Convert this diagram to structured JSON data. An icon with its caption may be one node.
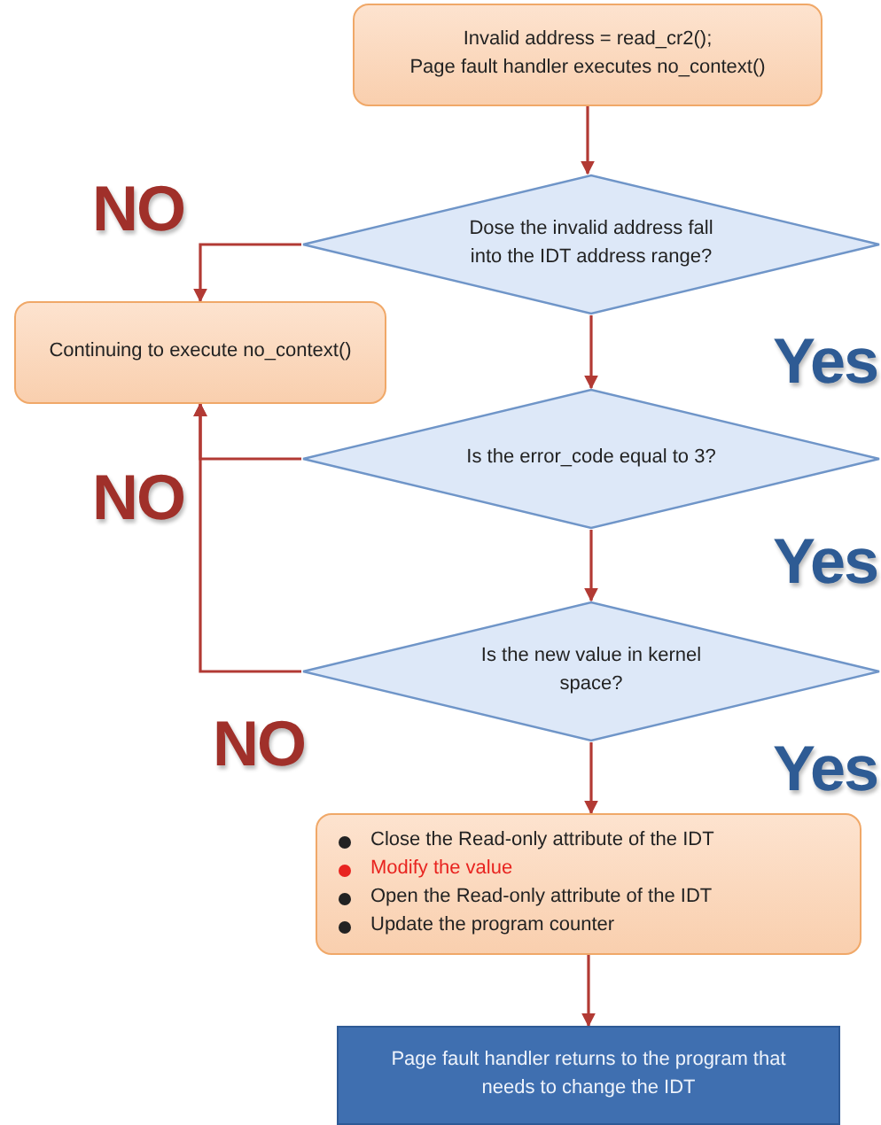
{
  "diagram": {
    "nodes": [
      {
        "text": [
          "Invalid address = read_cr2();",
          "Page fault handler executes no_context()"
        ]
      },
      {
        "text": [
          "Dose the invalid address fall into the IDT address range?"
        ]
      },
      {
        "text": [
          "Continuing to execute no_context()"
        ]
      },
      {
        "text": [
          "Is the error_code equal to 3?"
        ]
      },
      {
        "text": [
          "Is the new value in kernel space?"
        ]
      },
      {
        "text": [
          "Close the Read-only attribute of the IDT",
          "Modify the value",
          "Open the Read-only attribute of the IDT",
          "Update the program counter"
        ]
      },
      {
        "text": [
          "Page fault handler returns to the program that needs to change the IDT"
        ]
      }
    ],
    "edges": [
      {
        "from": 0,
        "to": 1,
        "arrow": "to"
      },
      {
        "from": 1,
        "to": 2,
        "arrow": "to"
      },
      {
        "from": 1,
        "to": 3,
        "arrow": "to"
      },
      {
        "from": 3,
        "to": 2,
        "arrow": "to"
      },
      {
        "from": 4,
        "to": 2,
        "arrow": "to"
      },
      {
        "from": 3,
        "to": 4,
        "arrow": "to"
      },
      {
        "from": 4,
        "to": 5,
        "arrow": "to"
      },
      {
        "from": 5,
        "to": 6,
        "arrow": "to"
      }
    ],
    "labels": [
      "NO",
      "Yes",
      "NO",
      "Yes",
      "NO",
      "Yes"
    ]
  }
}
